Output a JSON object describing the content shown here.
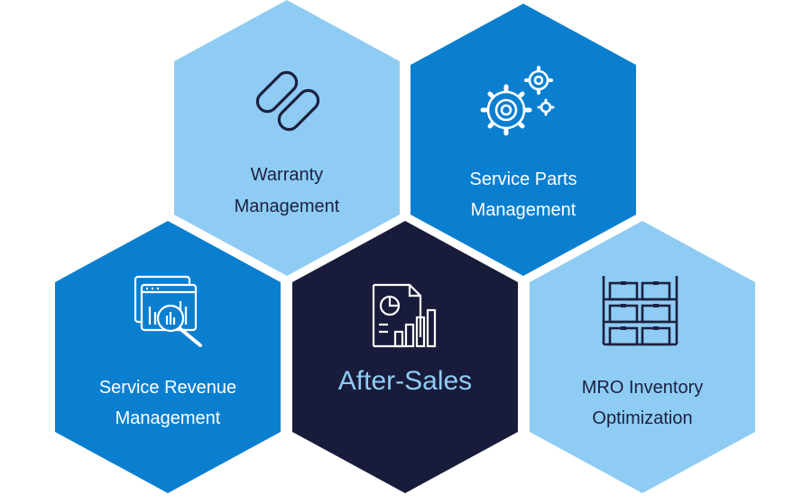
{
  "colors": {
    "light_blue": "#8fccf4",
    "mid_blue": "#0b7fcf",
    "dark_navy": "#181c3a",
    "icon_dark": "#1b2140",
    "icon_white": "#ffffff",
    "center_text": "#8fccf4"
  },
  "hexagons": [
    {
      "id": "warranty",
      "line1": "Warranty",
      "line2": "Management",
      "icon": "chain-link-icon"
    },
    {
      "id": "service-parts",
      "line1": "Service Parts",
      "line2": "Management",
      "icon": "gears-icon"
    },
    {
      "id": "service-revenue",
      "line1": "Service Revenue",
      "line2": "Management",
      "icon": "analytics-magnifier-icon"
    },
    {
      "id": "after-sales",
      "line1": "After-Sales",
      "icon": "report-document-icon"
    },
    {
      "id": "mro-inventory",
      "line1": "MRO Inventory",
      "line2": "Optimization",
      "icon": "inventory-shelves-icon"
    }
  ]
}
